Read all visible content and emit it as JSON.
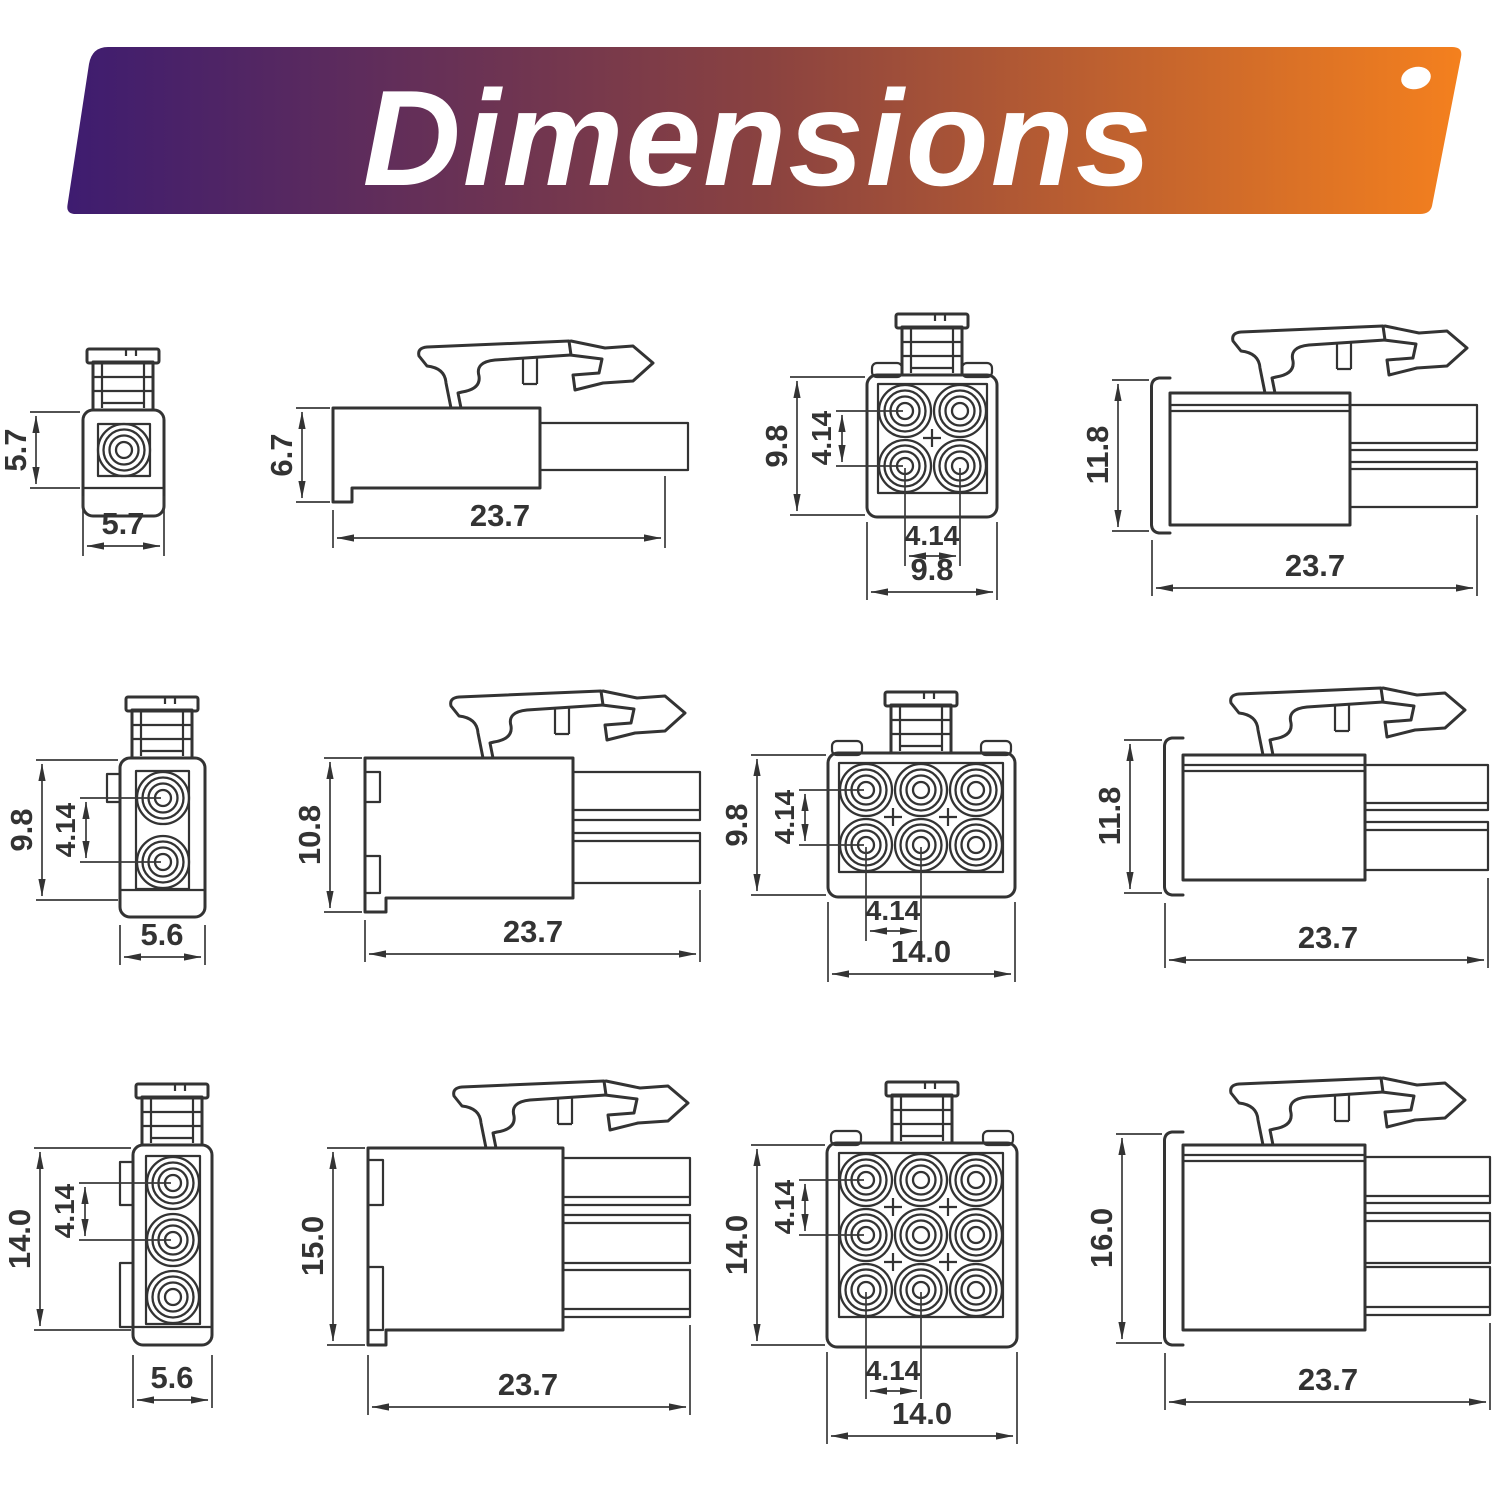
{
  "header": {
    "title": "Dimensions"
  },
  "colors": {
    "gradient_left": "#3e1c70",
    "gradient_mid": "#8a4240",
    "gradient_right": "#f4801e",
    "line": "#333333",
    "background": "#ffffff"
  },
  "cells": {
    "r1c1": {
      "pins": 1,
      "dims": {
        "height": "5.7",
        "width": "5.7"
      }
    },
    "r1c2": {
      "wires": 1,
      "dims": {
        "height": "6.7",
        "length": "23.7"
      }
    },
    "r1c3": {
      "pins": 4,
      "dims": {
        "height": "9.8",
        "pitch_v": "4.14",
        "pitch_h": "4.14",
        "width": "9.8"
      }
    },
    "r1c4": {
      "wires": 2,
      "dims": {
        "height": "11.8",
        "length": "23.7"
      }
    },
    "r2c1": {
      "pins": 2,
      "dims": {
        "height": "9.8",
        "pitch_v": "4.14",
        "width": "5.6"
      }
    },
    "r2c2": {
      "wires": 2,
      "dims": {
        "height": "10.8",
        "length": "23.7"
      }
    },
    "r2c3": {
      "pins": 6,
      "dims": {
        "height": "9.8",
        "pitch_v": "4.14",
        "pitch_h": "4.14",
        "width": "14.0"
      }
    },
    "r2c4": {
      "wires": 2,
      "dims": {
        "height": "11.8",
        "length": "23.7"
      }
    },
    "r3c1": {
      "pins": 3,
      "dims": {
        "height": "14.0",
        "pitch_v": "4.14",
        "width": "5.6"
      }
    },
    "r3c2": {
      "wires": 3,
      "dims": {
        "height": "15.0",
        "length": "23.7"
      }
    },
    "r3c3": {
      "pins": 9,
      "dims": {
        "height": "14.0",
        "pitch_v": "4.14",
        "pitch_h": "4.14",
        "width": "14.0"
      }
    },
    "r3c4": {
      "wires": 3,
      "dims": {
        "height": "16.0",
        "length": "23.7"
      }
    }
  }
}
